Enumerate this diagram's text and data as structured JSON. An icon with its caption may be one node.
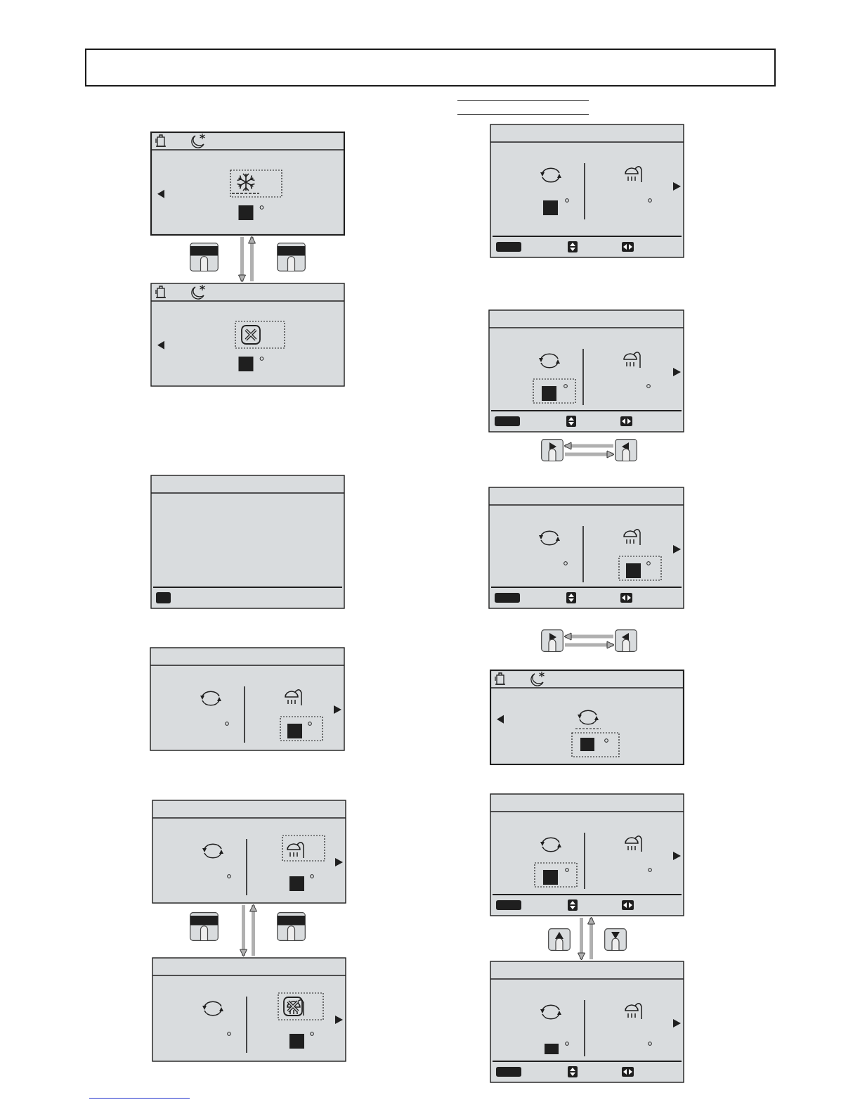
{
  "diagram": {
    "nodes": [
      {
        "text": [],
        "shape": "box"
      },
      {
        "text": [],
        "shape": "box"
      },
      {
        "text": [],
        "shape": "box"
      },
      {
        "text": [],
        "shape": "box"
      },
      {
        "text": [],
        "shape": "box"
      },
      {
        "text": [],
        "shape": "box"
      },
      {
        "text": [],
        "shape": "box"
      },
      {
        "text": [],
        "shape": "box"
      },
      {
        "text": [],
        "shape": "button"
      },
      {
        "text": [],
        "shape": "button"
      },
      {
        "text": [],
        "shape": "box"
      },
      {
        "text": [],
        "shape": "button"
      },
      {
        "text": [],
        "shape": "button"
      },
      {
        "text": [],
        "shape": "box"
      },
      {
        "text": [],
        "shape": "box"
      },
      {
        "text": [],
        "shape": "box"
      }
    ],
    "edges": [
      {
        "from": 0,
        "to": 1,
        "arrow": "to"
      },
      {
        "from": 1,
        "to": 0,
        "arrow": "to"
      },
      {
        "from": 4,
        "to": 5,
        "arrow": "to"
      },
      {
        "from": 5,
        "to": 4,
        "arrow": "to"
      },
      {
        "from": 9,
        "to": 8,
        "arrow": "to"
      },
      {
        "from": 8,
        "to": 9,
        "arrow": "to"
      },
      {
        "from": 12,
        "to": 11,
        "arrow": "to"
      },
      {
        "from": 11,
        "to": 12,
        "arrow": "to"
      },
      {
        "from": 14,
        "to": 15,
        "arrow": "to"
      },
      {
        "from": 15,
        "to": 14,
        "arrow": "to"
      }
    ]
  }
}
